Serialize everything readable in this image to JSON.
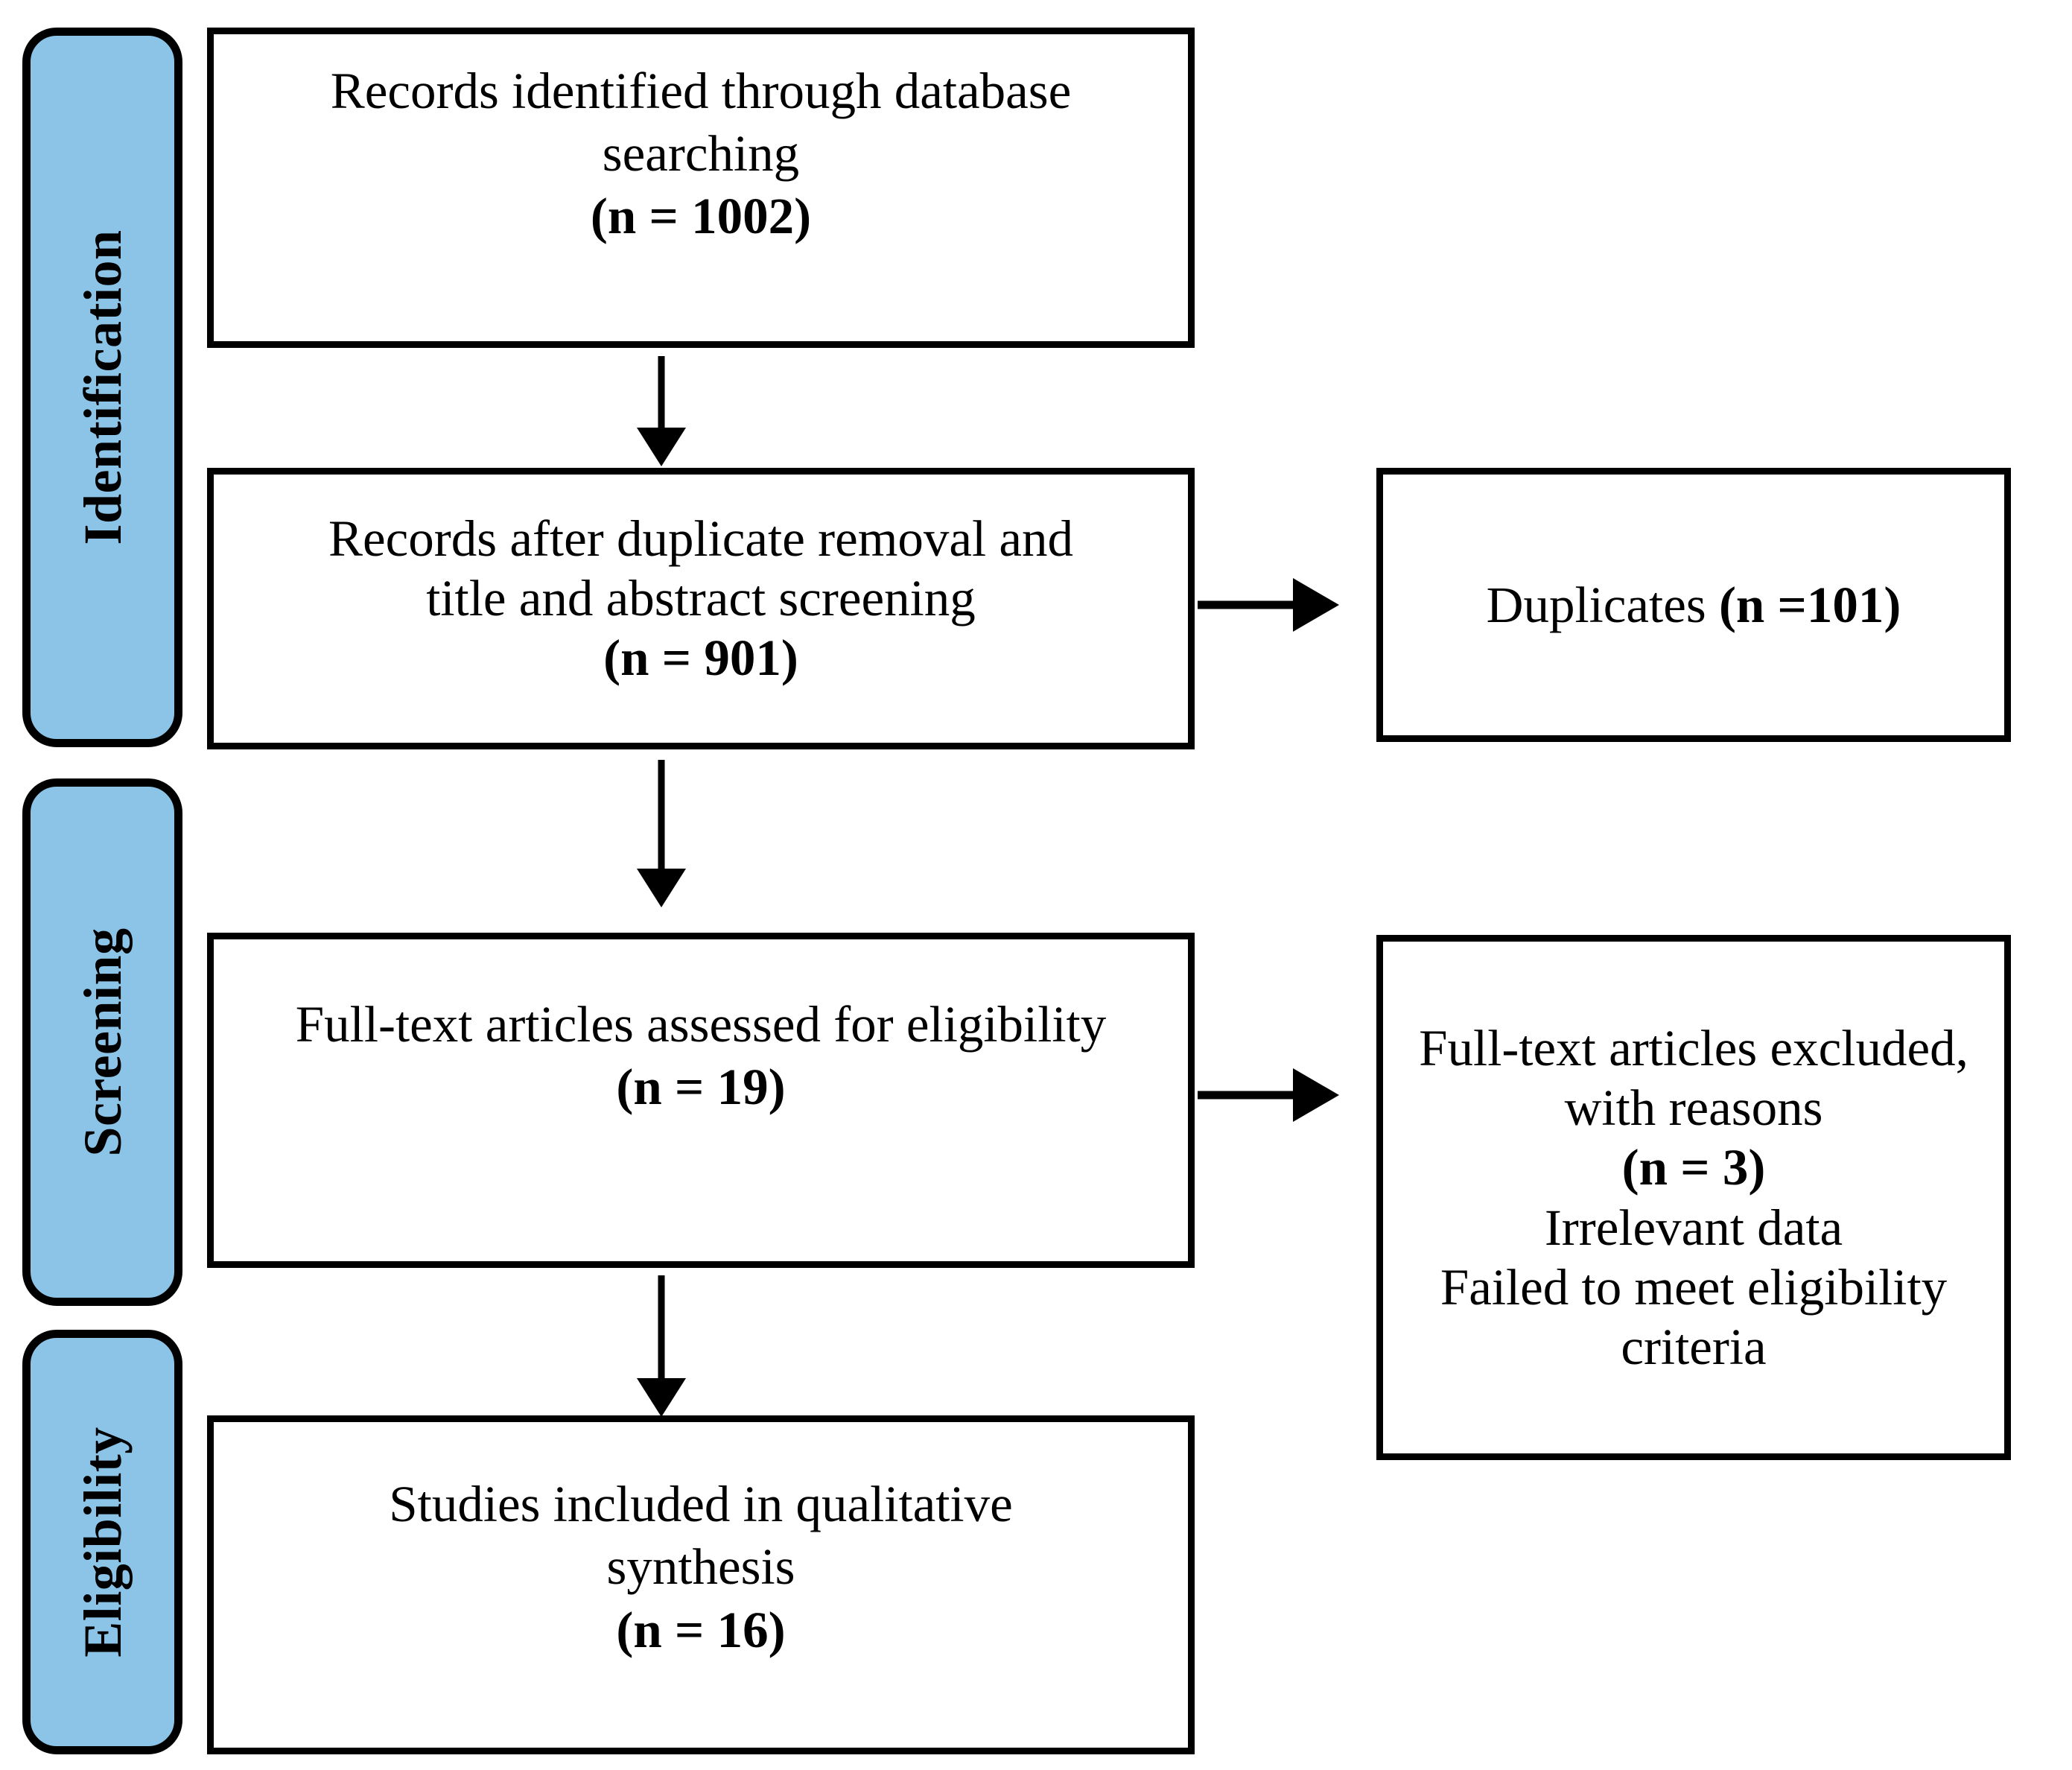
{
  "diagram": {
    "type": "prisma-flow-diagram",
    "accent_color": "#8CC4E8",
    "outline_color": "#000000",
    "background_color": "#FFFFFF",
    "stages": [
      {
        "id": "identification",
        "label": "Identification"
      },
      {
        "id": "screening",
        "label": "Screening"
      },
      {
        "id": "eligibility",
        "label": "Eligibility"
      }
    ],
    "boxes": {
      "records_identified": {
        "line1": "Records identified through database",
        "line2": "searching",
        "count": "(n = 1002)",
        "n": 1002
      },
      "records_after_duplicates": {
        "line1": "Records after duplicate  removal and",
        "line2": "title and abstract screening",
        "count": "(n = 901)",
        "n": 901
      },
      "duplicates": {
        "label": "Duplicates ",
        "count": "(n =101)",
        "n": 101
      },
      "full_text_assessed": {
        "line1": "Full-text articles assessed for eligibility",
        "count": "(n = 19)",
        "n": 19
      },
      "full_text_excluded": {
        "line1": "Full-text articles excluded,",
        "line2": "with reasons",
        "count": "(n = 3)",
        "n": 3,
        "reason1": "Irrelevant data",
        "reason2": "Failed to meet eligibility",
        "reason3": "criteria"
      },
      "studies_included": {
        "line1": "Studies included in qualitative",
        "line2": "synthesis",
        "count": "(n = 16)",
        "n": 16
      }
    },
    "arrows": [
      {
        "id": "arrow-identified-to-dedup",
        "direction": "down"
      },
      {
        "id": "arrow-dedup-to-duplicates",
        "direction": "right"
      },
      {
        "id": "arrow-dedup-to-fulltext",
        "direction": "down"
      },
      {
        "id": "arrow-fulltext-to-excluded",
        "direction": "right"
      },
      {
        "id": "arrow-fulltext-to-included",
        "direction": "down"
      }
    ]
  }
}
